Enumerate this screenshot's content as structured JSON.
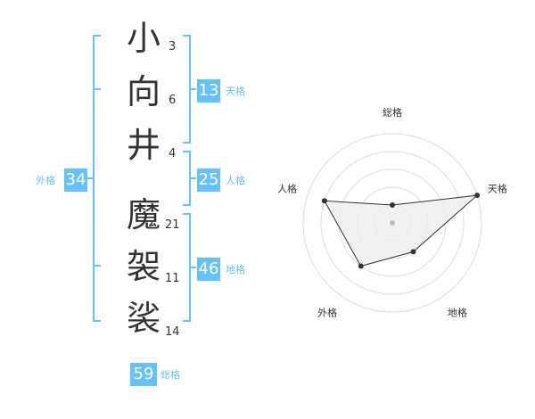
{
  "name": {
    "characters": [
      {
        "char": "小",
        "strokes": "3"
      },
      {
        "char": "向",
        "strokes": "6"
      },
      {
        "char": "井",
        "strokes": "4"
      },
      {
        "char": "魔",
        "strokes": "21"
      },
      {
        "char": "袈",
        "strokes": "11"
      },
      {
        "char": "裟",
        "strokes": "14"
      }
    ]
  },
  "fortune": {
    "tenkaku": {
      "value": "13",
      "label": "天格"
    },
    "jinkaku": {
      "value": "25",
      "label": "人格"
    },
    "chikaku": {
      "value": "46",
      "label": "地格"
    },
    "gaikaku": {
      "value": "34",
      "label": "外格"
    },
    "soukaku": {
      "value": "59",
      "label": "総格"
    }
  },
  "radar": {
    "axes": [
      "総格",
      "天格",
      "地格",
      "外格",
      "人格"
    ],
    "values": [
      0.2,
      1.0,
      0.4,
      0.6,
      0.8
    ],
    "rings": 5,
    "accent": "#66c2ff",
    "ring_color": "#dddddd",
    "fill_color": "#eeeeee",
    "line_color": "#333333"
  }
}
